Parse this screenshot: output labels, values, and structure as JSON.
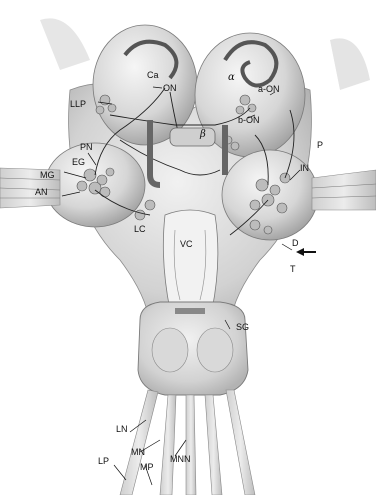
{
  "labels": {
    "ca": "Ca",
    "on_left": "ON",
    "llp": "LLP",
    "alpha": "α",
    "a_on": "a-ON",
    "b_on": "b-ON",
    "beta": "β",
    "p": "P",
    "pn": "PN",
    "eg": "EG",
    "mg": "MG",
    "an": "AN",
    "ln_upper": "IN",
    "lc": "LC",
    "vc": "VC",
    "d": "D",
    "t": "T",
    "sg": "SG",
    "ln": "LN",
    "mn": "MN",
    "mnn": "MNN",
    "lp": "LP",
    "mp": "MP"
  },
  "colors": {
    "background": "#ffffff",
    "tissue": "#dcdcdc",
    "tissue_dark": "#a9a9a9",
    "ink": "#1a1a1a"
  }
}
